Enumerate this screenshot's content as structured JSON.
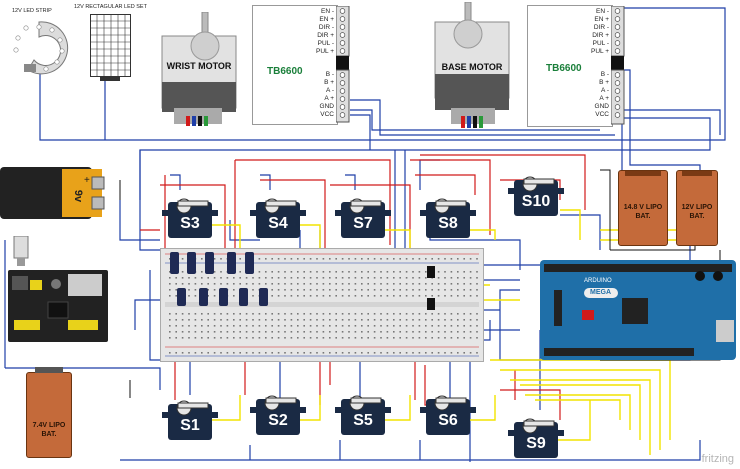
{
  "labels": {
    "led_strip": "12V LED STRIP",
    "led_set": "12V RECTAGULAR LED SET",
    "battery_9v": "9v",
    "lipo_74": "7.4V LIPO BAT.",
    "lipo_148": "14.8 V LIPO BAT.",
    "lipo_12": "12V LIPO BAT.",
    "watermark": "fritzing",
    "arduino_brand": "ARDUINO",
    "arduino_model": "MEGA"
  },
  "motors": [
    {
      "name": "WRIST MOTOR"
    },
    {
      "name": "BASE MOTOR"
    }
  ],
  "drivers": [
    {
      "title": "TB6600"
    },
    {
      "title": "TB6600"
    }
  ],
  "driver_pins_top": [
    "EN -",
    "EN +",
    "DIR -",
    "DIR +",
    "PUL -",
    "PUL +"
  ],
  "driver_pins_bottom": [
    "B -",
    "B +",
    "A -",
    "A +",
    "GND",
    "VCC"
  ],
  "servos": [
    {
      "name": "S3"
    },
    {
      "name": "S4"
    },
    {
      "name": "S7"
    },
    {
      "name": "S8"
    },
    {
      "name": "S10"
    },
    {
      "name": "S1"
    },
    {
      "name": "S2"
    },
    {
      "name": "S5"
    },
    {
      "name": "S6"
    },
    {
      "name": "S9"
    }
  ],
  "colors": {
    "wire_blue": "#1f3fa8",
    "wire_red": "#d11a1a",
    "wire_yellow": "#f2e300",
    "wire_black": "#111111",
    "arduino": "#1f6fa8",
    "servo_body": "#1a2a44",
    "battery_lipo": "#c46a3a",
    "driver_title": "#1a7f3a"
  }
}
